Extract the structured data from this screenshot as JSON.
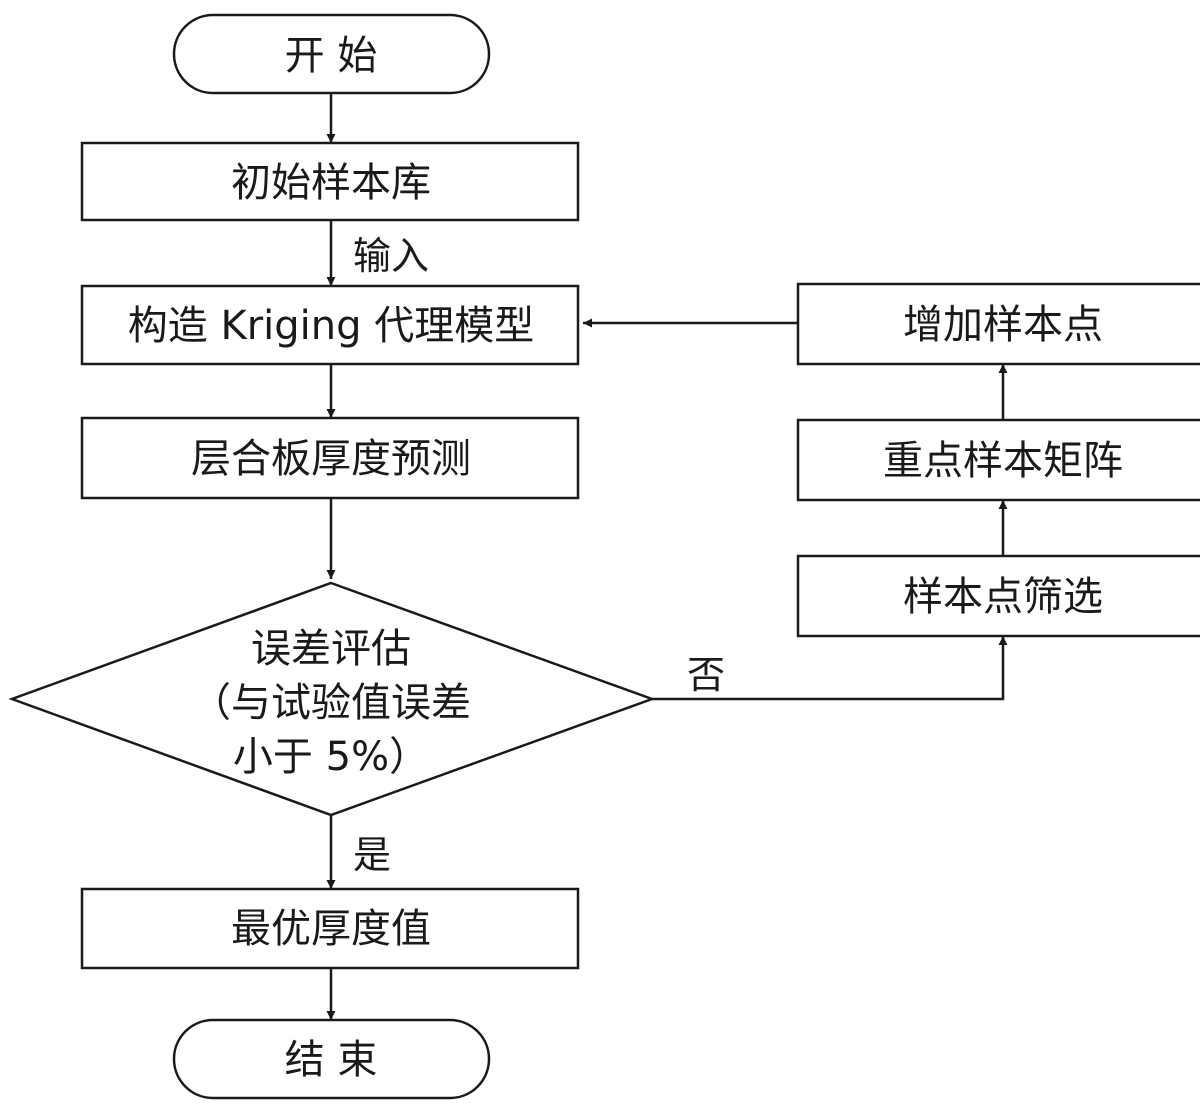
{
  "flowchart": {
    "nodes": {
      "start": "开 始",
      "initial_sample_library": "初始样本库",
      "build_kriging_model": "构造 Kriging 代理模型",
      "laminate_thickness_prediction": "层合板厚度预测",
      "error_evaluation": {
        "line1": "误差评估",
        "line2": "（与试验值误差",
        "line3": "小于 5%）"
      },
      "optimal_thickness_value": "最优厚度值",
      "end": "结 束",
      "sample_point_screening": "样本点筛选",
      "key_sample_matrix": "重点样本矩阵",
      "add_sample_points": "增加样本点"
    },
    "edge_labels": {
      "input": "输入",
      "no": "否",
      "yes": "是"
    }
  }
}
